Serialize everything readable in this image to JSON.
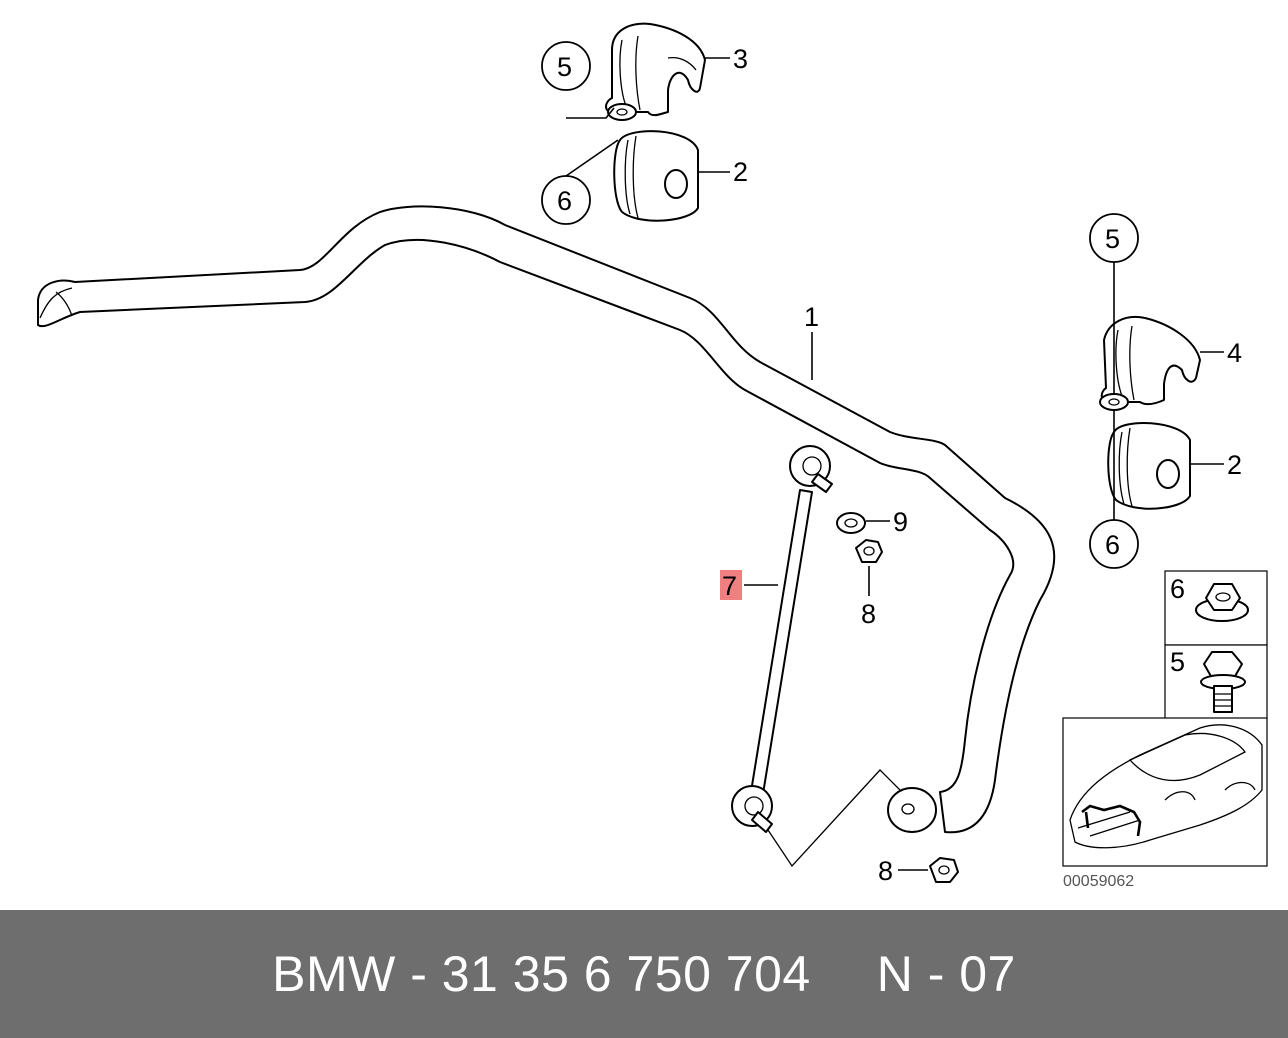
{
  "diagram": {
    "callouts": {
      "stabilizer_bar": "1",
      "rubber_mounting_left": "2",
      "rubber_mounting_right": "2",
      "bracket_left": "3",
      "bracket_right": "4",
      "bolt_circle_top": "5",
      "bolt_circle_right": "5",
      "nut_circle_top": "6",
      "nut_circle_right": "6",
      "link_rod": "7",
      "nut_upper": "8",
      "nut_lower": "8",
      "washer": "9"
    },
    "legend": {
      "nut_label": "6",
      "bolt_label": "5"
    },
    "reference_number": "00059062",
    "highlight_color": "#f08080"
  },
  "footer": {
    "part_number": "BMW - 31 35 6 750 704",
    "page_code": "N - 07"
  }
}
